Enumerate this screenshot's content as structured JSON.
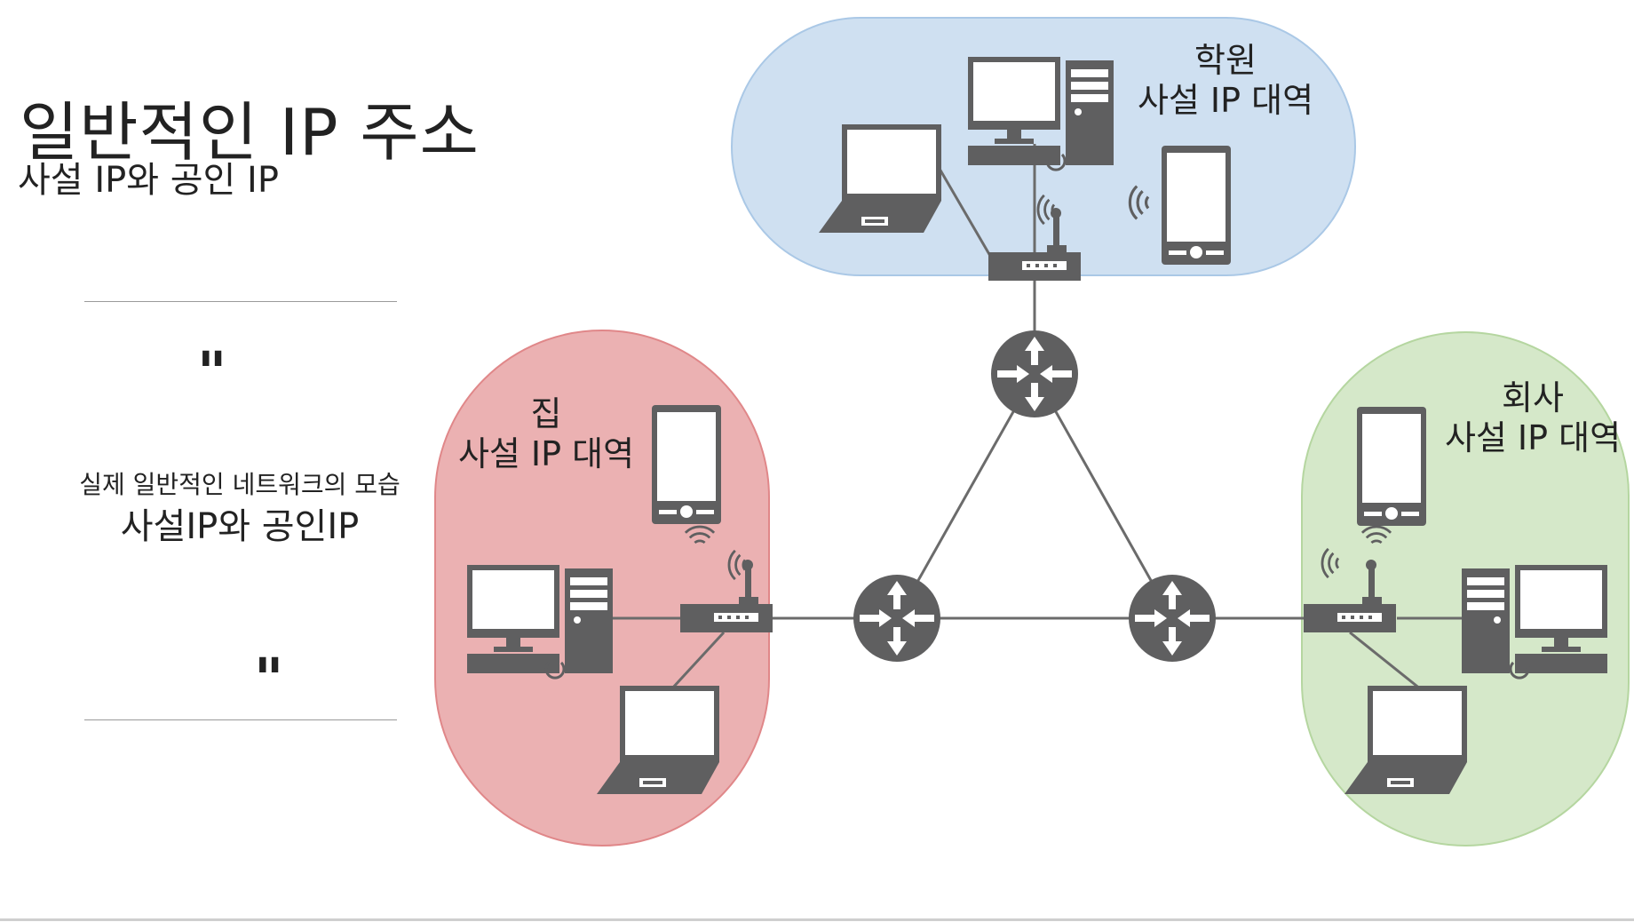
{
  "header": {
    "title": "일반적인 IP 주소",
    "subtitle": "사설 IP와 공인 IP"
  },
  "quote": {
    "open_mark": "\"",
    "close_mark": "\"",
    "line1": "실제 일반적인 네트워크의 모습",
    "line2": "사설IP와 공인IP"
  },
  "zones": {
    "academy": {
      "name": "학원",
      "label": "사설 IP 대역",
      "color": "#cfe0f1",
      "stroke": "#aac8e6"
    },
    "home": {
      "name": "집",
      "label": "사설 IP 대역",
      "color": "#ebb1b2",
      "stroke": "#e08789"
    },
    "company": {
      "name": "회사",
      "label": "사설 IP 대역",
      "color": "#d5e8c9",
      "stroke": "#b5d6a0"
    }
  },
  "colors": {
    "device": "#5f5f60",
    "link": "#6b6b6b"
  }
}
